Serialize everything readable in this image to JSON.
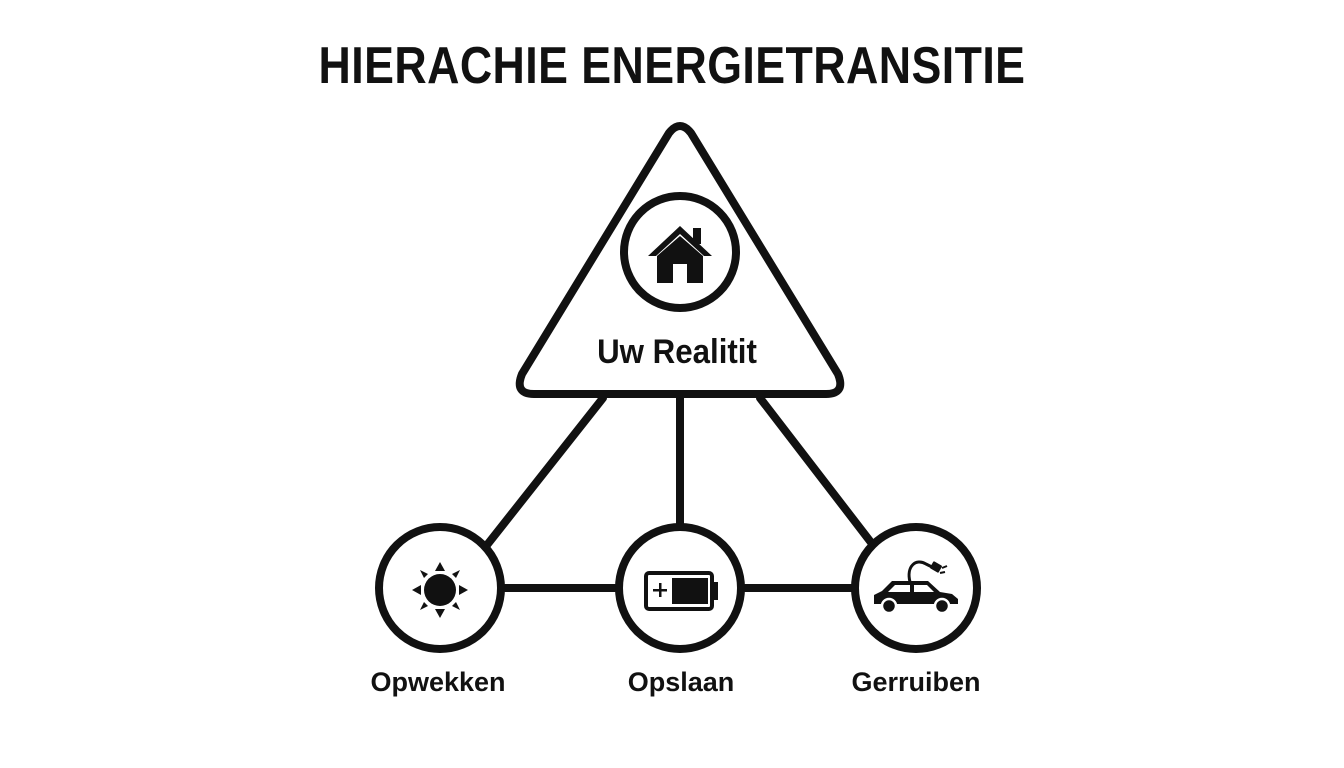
{
  "title": "HIERACHIE ENERGIETRANSITIE",
  "top_node": {
    "label": "Uw Realitit",
    "icon": "house-icon"
  },
  "bottom_nodes": [
    {
      "label": "Opwekken",
      "icon": "sun-icon"
    },
    {
      "label": "Opslaan",
      "icon": "battery-icon"
    },
    {
      "label": "Gerruiben",
      "icon": "electric-car-icon"
    }
  ],
  "colors": {
    "stroke": "#111111",
    "background": "#ffffff"
  }
}
